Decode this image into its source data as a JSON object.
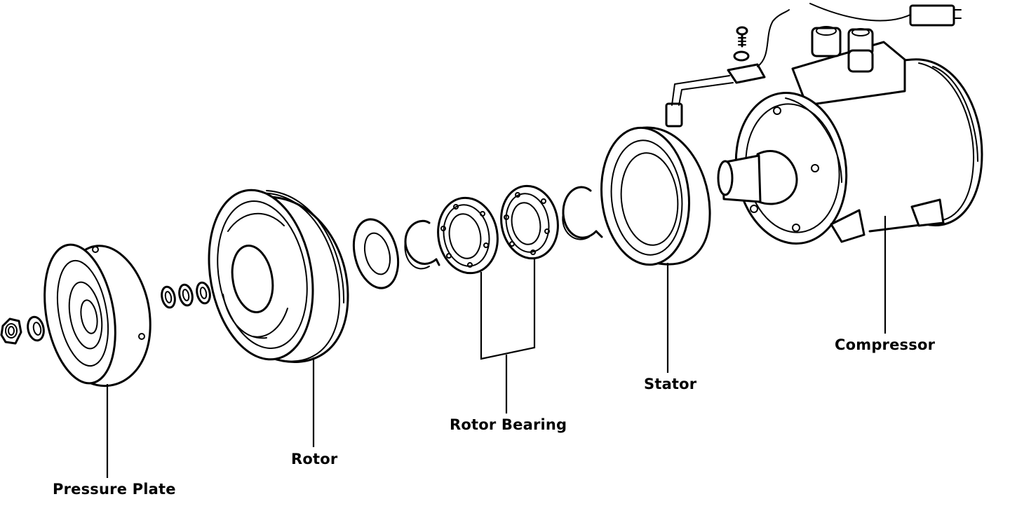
{
  "diagram": {
    "labels": {
      "pressure_plate": "Pressure Plate",
      "rotor": "Rotor",
      "rotor_bearing": "Rotor Bearing",
      "stator": "Stator",
      "compressor": "Compressor"
    }
  }
}
